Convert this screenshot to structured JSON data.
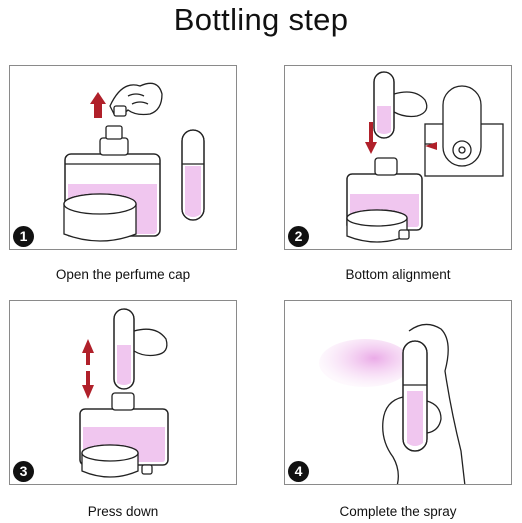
{
  "title": "Bottling step",
  "steps": [
    {
      "number": "1",
      "caption": "Open the perfume cap"
    },
    {
      "number": "2",
      "caption": "Bottom alignment"
    },
    {
      "number": "3",
      "caption": "Press down"
    },
    {
      "number": "4",
      "caption": "Complete the spray"
    }
  ],
  "colors": {
    "perfume": "#f0c6ef",
    "arrow": "#b0202a",
    "outline": "#222222"
  }
}
